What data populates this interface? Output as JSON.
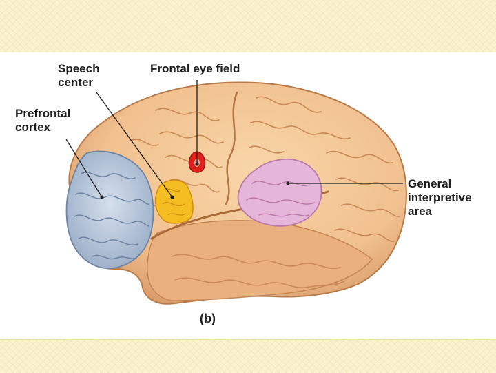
{
  "diagram": {
    "labels": {
      "speech_center": [
        "Speech",
        "center"
      ],
      "frontal_eye_field": "Frontal eye field",
      "prefrontal_cortex": [
        "Prefrontal",
        "cortex"
      ],
      "general_interpretive_area": [
        "General",
        "interpretive",
        "area"
      ],
      "part": "(b)"
    },
    "colors": {
      "brain": "#f1c08f",
      "brain_shadow": "#d79865",
      "prefrontal": "#b3c3d8",
      "speech_center": "#f4bd22",
      "frontal_eye_field": "#e0231c",
      "general_interpretive": "#e6b5da",
      "background_band": "#fbf3cf"
    }
  }
}
